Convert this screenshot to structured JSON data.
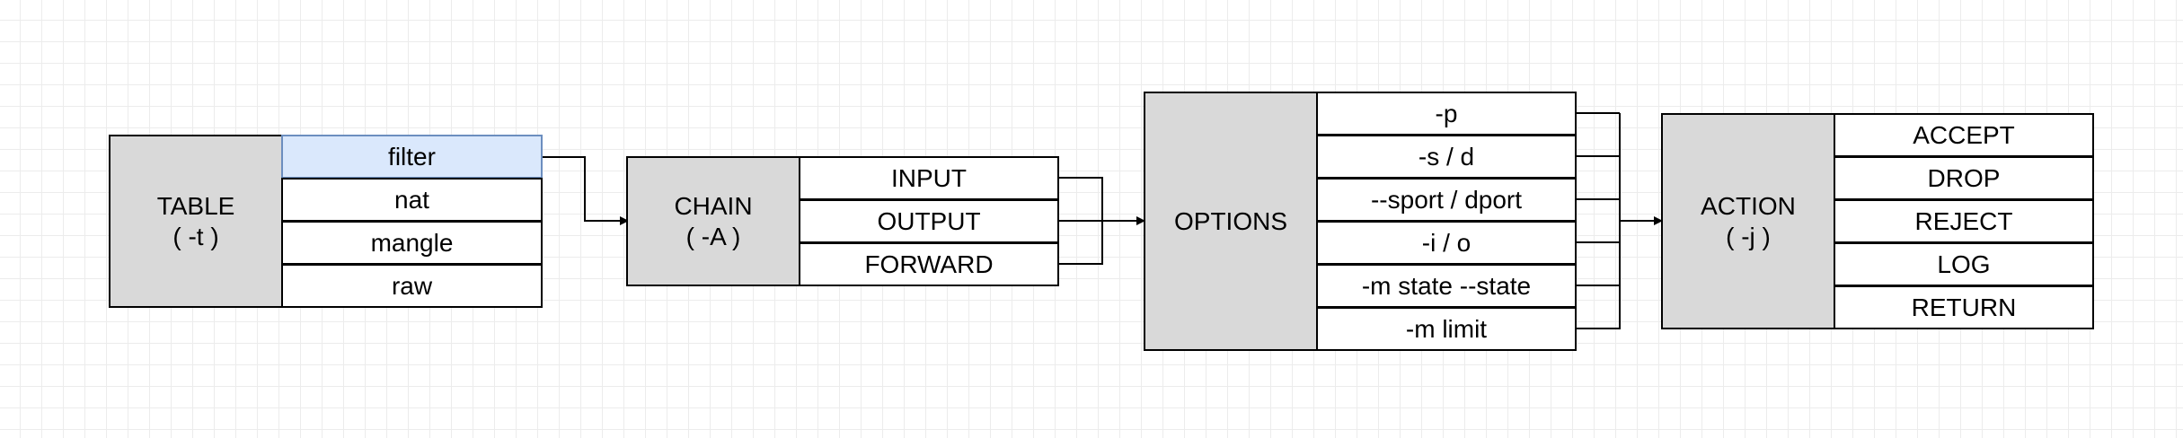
{
  "table": {
    "title": "TABLE\n( -t )",
    "items": [
      "filter",
      "nat",
      "mangle",
      "raw"
    ],
    "selected": "filter"
  },
  "chain": {
    "title": "CHAIN\n( -A )",
    "items": [
      "INPUT",
      "OUTPUT",
      "FORWARD"
    ]
  },
  "options": {
    "title": "OPTIONS",
    "items": [
      "-p",
      "-s / d",
      "--sport / dport",
      "-i / o",
      "-m state --state",
      "-m limit"
    ]
  },
  "action": {
    "title": "ACTION\n( -j )",
    "items": [
      "ACCEPT",
      "DROP",
      "REJECT",
      "LOG",
      "RETURN"
    ]
  },
  "colors": {
    "header_fill": "#d9d9d9",
    "selected_fill": "#dae8fc",
    "selected_stroke": "#6c8ebf",
    "line": "#000000"
  }
}
